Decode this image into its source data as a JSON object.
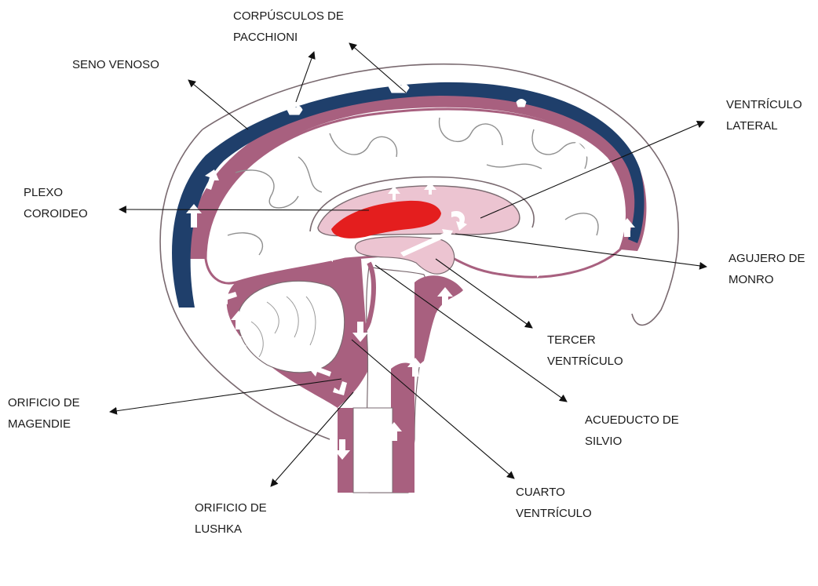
{
  "labels": {
    "pacchioni": [
      "CORPÚSCULOS DE",
      "PACCHIONI"
    ],
    "seno_venoso": [
      "SENO VENOSO"
    ],
    "ventriculo_lateral": [
      "VENTRÍCULO",
      "LATERAL"
    ],
    "plexo_coroideo": [
      "PLEXO",
      "COROIDEO"
    ],
    "agujero_monro": [
      "AGUJERO DE",
      "MONRO"
    ],
    "tercer_ventriculo": [
      "TERCER",
      "VENTRÍCULO"
    ],
    "acueducto_silvio": [
      "ACUEDUCTO DE",
      "SILVIO"
    ],
    "orificio_magendie": [
      "ORIFICIO DE",
      "MAGENDIE"
    ],
    "orificio_lushka": [
      "ORIFICIO DE",
      "LUSHKA"
    ],
    "cuarto_ventriculo": [
      "CUARTO",
      "VENTRÍCULO"
    ]
  },
  "colors": {
    "venous_sinus": "#1f3f6b",
    "csf_space": "#a8607f",
    "ventricle": "#ecc4d1",
    "choroid_plexus": "#e41e1e",
    "brain_tissue": "#ffffff",
    "outline": "#7a6a70"
  }
}
